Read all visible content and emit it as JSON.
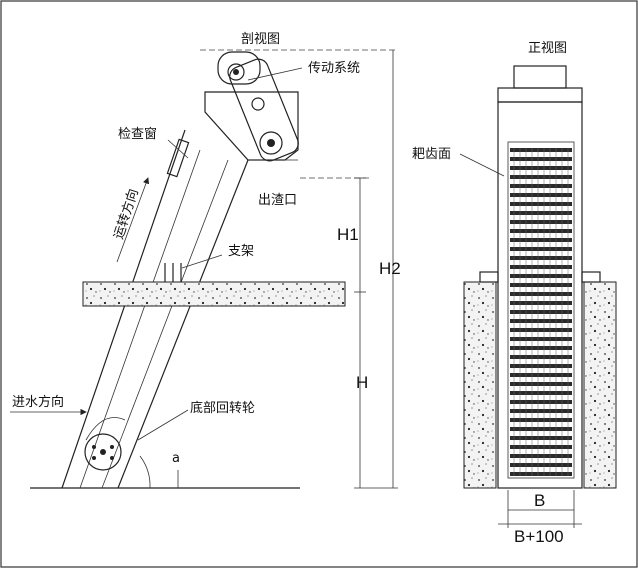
{
  "side_view": {
    "title": "剖视图",
    "drive_system": "传动系统",
    "inspection_window": "检查窗",
    "travel_direction": "运转方向",
    "discharge_outlet": "出渣口",
    "support": "支架",
    "water_inflow_direction": "进水方向",
    "bottom_wheel": "底部回转轮",
    "angle": "a",
    "dim_h1": "H1",
    "dim_h2": "H2",
    "dim_h": "H"
  },
  "front_view": {
    "title": "正视图",
    "rake_face": "耙齿面",
    "dim_b": "B",
    "dim_b100": "B+100"
  }
}
